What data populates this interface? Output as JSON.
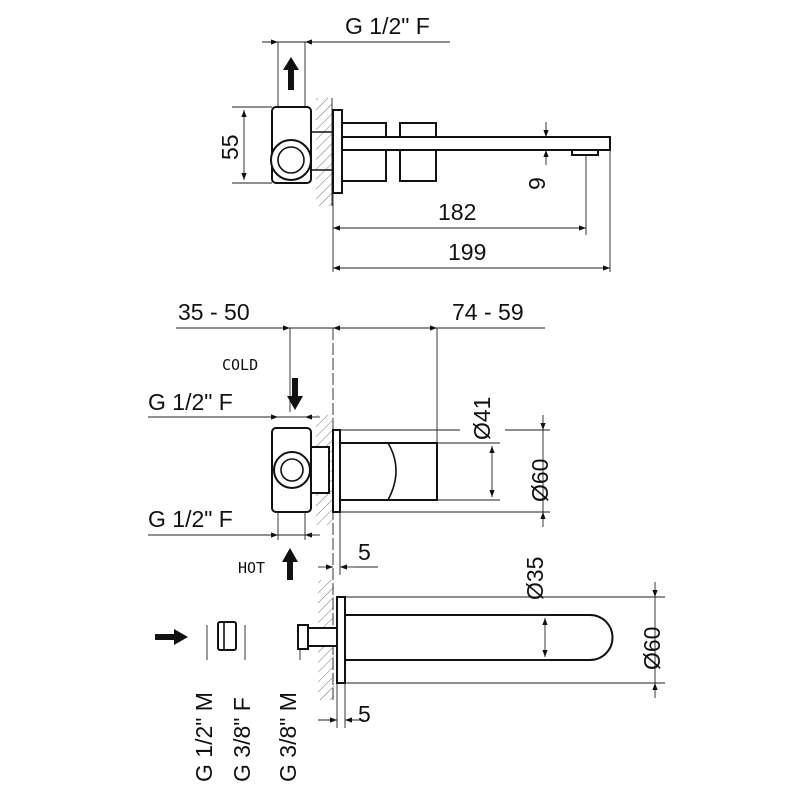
{
  "top_view": {
    "connection_label": "G 1/2\" F",
    "height_dim": "55",
    "spout_thickness_dim": "9",
    "spout_outlet_dim": "182",
    "total_length_dim": "199"
  },
  "front_view": {
    "wall_range_dim": "35 - 50",
    "projection_range_dim": "74 - 59",
    "cold_label": "COLD",
    "cold_connection": "G 1/2\" F",
    "hot_connection": "G 1/2\" F",
    "hot_label": "HOT",
    "handle_diameter": "Ø41",
    "flange_diameter": "Ø60",
    "flange_thickness_dim": "5"
  },
  "spout_view": {
    "spout_diameter": "Ø35",
    "flange_diameter": "Ø60",
    "flange_thickness_dim": "5",
    "adapter_labels": [
      "G 1/2\" M",
      "G 3/8\" F",
      "G 3/8\" M"
    ]
  }
}
